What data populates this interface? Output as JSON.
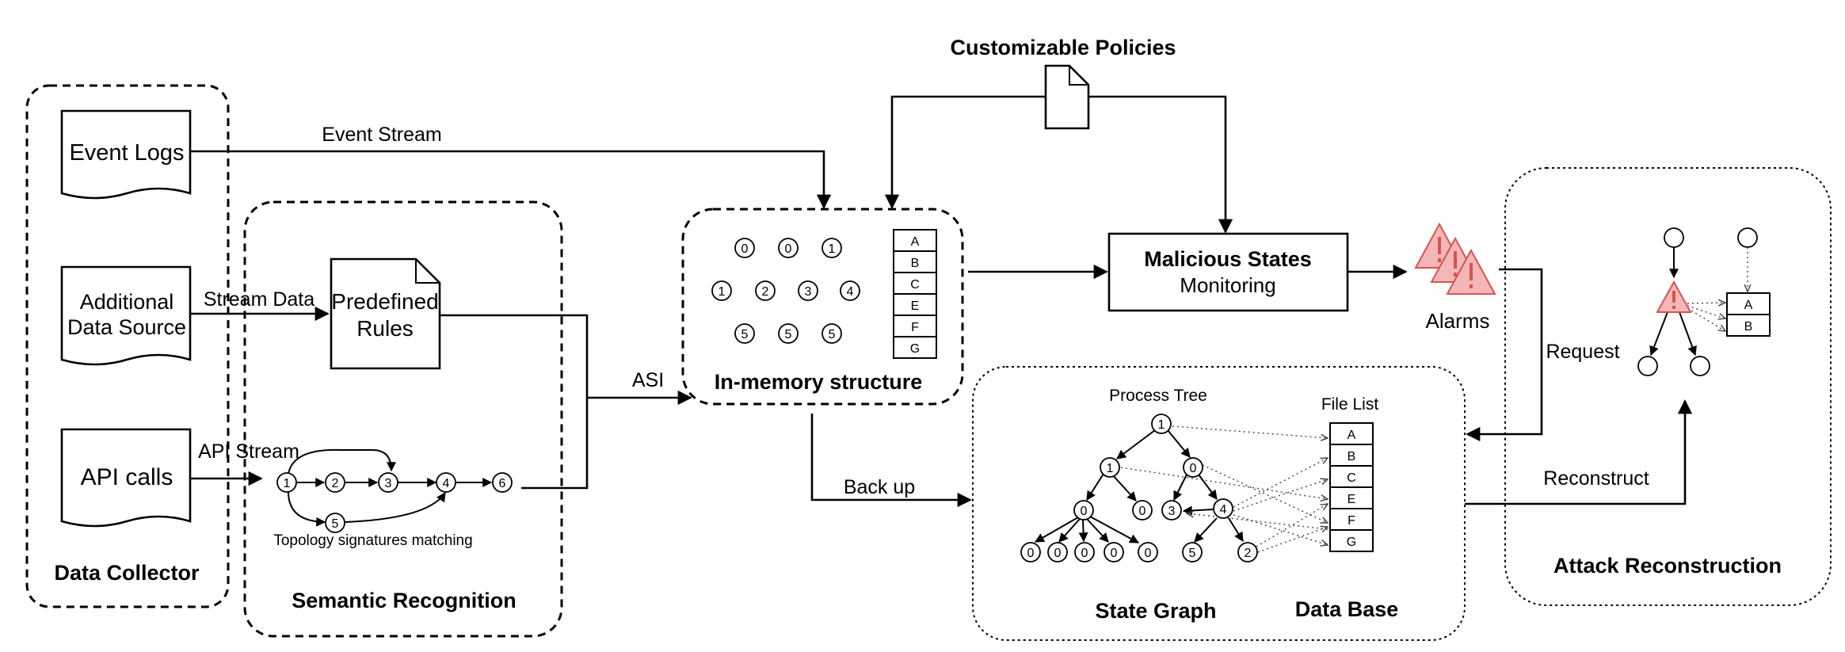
{
  "data_collector": {
    "title": "Data Collector",
    "sources": [
      "Event Logs",
      "Additional",
      "Data Source",
      "API calls"
    ]
  },
  "semantic_recognition": {
    "title": "Semantic Recognition",
    "rules_line1": "Predefined",
    "rules_line2": "Rules",
    "topology_caption": "Topology signatures matching",
    "topology_nodes": [
      "1",
      "2",
      "3",
      "4",
      "6",
      "5"
    ]
  },
  "edges": {
    "event_stream": "Event Stream",
    "stream_data": "Stream Data",
    "api_stream": "API Stream",
    "asi": "ASI",
    "back_up": "Back up",
    "request": "Request",
    "reconstruct": "Reconstruct"
  },
  "in_memory": {
    "title": "In-memory structure",
    "nodes": [
      "0",
      "0",
      "1",
      "1",
      "2",
      "3",
      "4",
      "5",
      "5",
      "5"
    ],
    "table": [
      "A",
      "B",
      "C",
      "E",
      "F",
      "G"
    ]
  },
  "policies": {
    "title": "Customizable Policies"
  },
  "monitoring": {
    "line1": "Malicious States",
    "line2": "Monitoring"
  },
  "alarms": {
    "label": "Alarms",
    "color": "#f4b7b7",
    "stroke": "#d9534f"
  },
  "state_graph": {
    "title": "State Graph",
    "process_tree_label": "Process Tree",
    "nodes": [
      "1",
      "1",
      "0",
      "0",
      "0",
      "3",
      "4",
      "0",
      "0",
      "0",
      "0",
      "0",
      "5",
      "2"
    ]
  },
  "database": {
    "title": "Data Base",
    "file_list_label": "File List",
    "files": [
      "A",
      "B",
      "C",
      "E",
      "F",
      "G"
    ]
  },
  "attack": {
    "title": "Attack Reconstruction",
    "table": [
      "A",
      "B"
    ]
  }
}
